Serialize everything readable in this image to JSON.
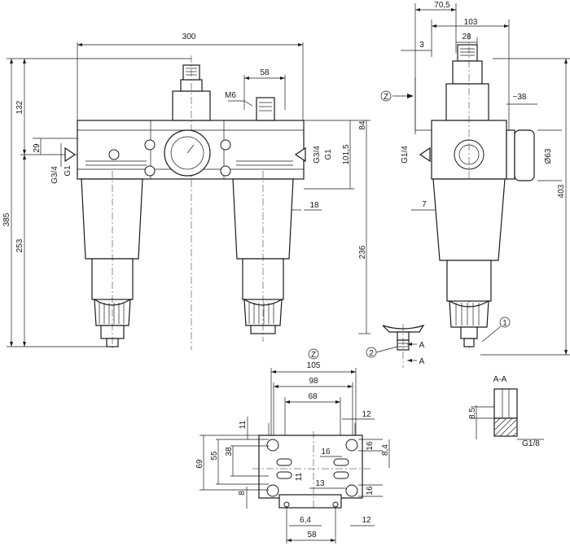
{
  "front_view": {
    "overall_width": "300",
    "height_total": "385",
    "height_upper": "132",
    "height_lower": "253",
    "port_height": "29",
    "port_left_a": "G3/4",
    "port_left_b": "G1",
    "port_right_a": "G3/4",
    "port_right_b": "G1",
    "thread_label": "M6",
    "thread_spacing": "58",
    "height_84": "84",
    "height_101_5": "101,5",
    "offset_18": "18",
    "height_236": "236"
  },
  "side_view": {
    "dim_70_5": "70,5",
    "dim_103": "103",
    "dim_28": "28",
    "dim_3": "3",
    "dim_38": "~38",
    "port_label": "G1/4",
    "dim_7": "7",
    "gauge_diameter": "Ø63",
    "dim_403": "403",
    "view_marker": "Z",
    "callout_1": "1",
    "callout_2": "2",
    "section_a_top": "A",
    "section_a_bottom": "A"
  },
  "mounting_view": {
    "view_marker": "Z",
    "dim_105": "105",
    "dim_98": "98",
    "dim_68": "68",
    "dim_11_top": "11",
    "dim_12_top": "12",
    "dim_69": "69",
    "dim_55": "55",
    "dim_38": "38",
    "dim_16_a": "16",
    "dim_16_b": "16",
    "dim_8_4": "8,4",
    "dim_11_mid": "11",
    "dim_13": "13",
    "dim_8": "8",
    "dim_16_c": "16",
    "dim_6_4": "6,4",
    "dim_12_bottom": "12",
    "dim_58": "58"
  },
  "section_view": {
    "title": "A-A",
    "dim_8_5": "8,5",
    "thread": "G1/8"
  }
}
